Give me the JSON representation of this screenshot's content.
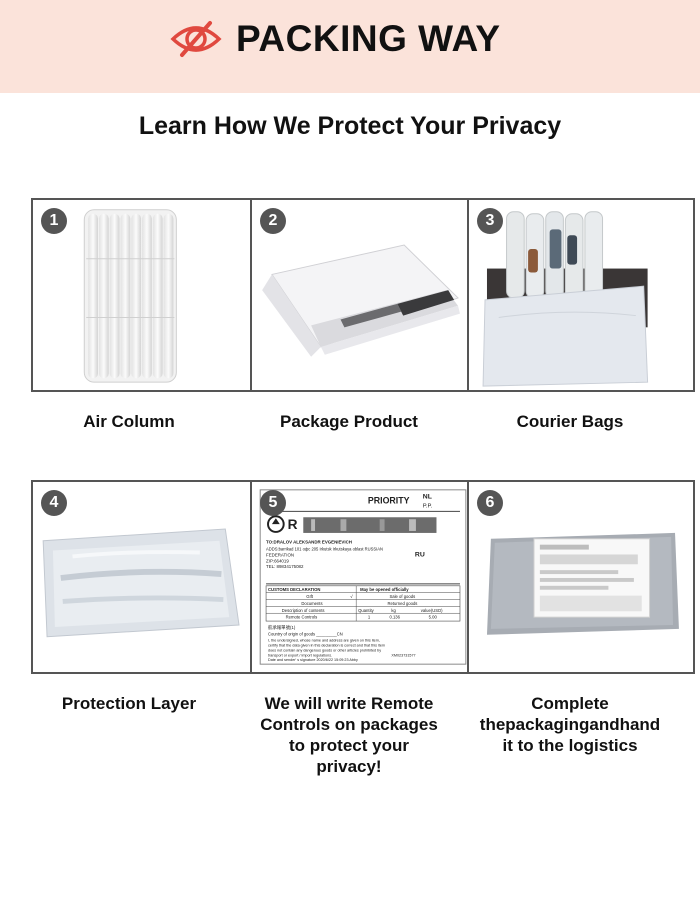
{
  "banner": {
    "title": "PACKING WAY"
  },
  "subtitle": "Learn How We Protect Your Privacy",
  "steps": [
    {
      "number": "1",
      "caption": "Air Column"
    },
    {
      "number": "2",
      "caption": "Package Product"
    },
    {
      "number": "3",
      "caption": "Courier Bags"
    },
    {
      "number": "4",
      "caption": "Protection Layer"
    },
    {
      "number": "5",
      "caption_lines": [
        "We will write Remote",
        "Controls on packages",
        "to protect your",
        "privacy!"
      ]
    },
    {
      "number": "6",
      "caption_lines": [
        "Complete",
        "thepackagingandhand",
        "it to the logistics"
      ]
    }
  ],
  "shipping_label": {
    "priority": "PRIORITY",
    "country_code": "NL",
    "pp": "P.P.",
    "r_mark": "R",
    "to_line": "TO:DRALOV ALEKSANDR EVGENIEVICH",
    "address_line": "ADDS:barrikad 101 офс 205 Irkutsk Irkutskaya oblast RUSSIAN",
    "federation": "FEDERATION",
    "zip": "ZIP:664019",
    "tel": "TEL: 89834175082",
    "ru": "RU",
    "customs_declaration": "CUSTOMS DECLARATION",
    "may_be_opened": "May be opened officially",
    "gift": "GIft",
    "check": "√",
    "sale_of_goods": "Sale of goods",
    "documents": "Documents",
    "returned_goods": "Returned goods",
    "description": "Description of contents",
    "quantity": "Quantity",
    "kg": "kg",
    "value": "value(USD)",
    "item": "Remote Controls",
    "qty_value": "1",
    "kg_value": "0.136",
    "usd_value": "5.00",
    "chinese_note": "航承報單號(1)",
    "origin": "Country of origin of goods _________CN",
    "declaration_1": "I, the undersigned, whose name and address are given on this item,",
    "declaration_2": "certify that the data given in this declaration is correct and that this item",
    "declaration_3": "does not contain any dangerous goods or other articles prohibited by",
    "declaration_4": "transport or export / import regulations.",
    "code": "XM023731577",
    "date_sign": "Date and sender' s signature 2020/6/22 15:09:23 Abby"
  }
}
